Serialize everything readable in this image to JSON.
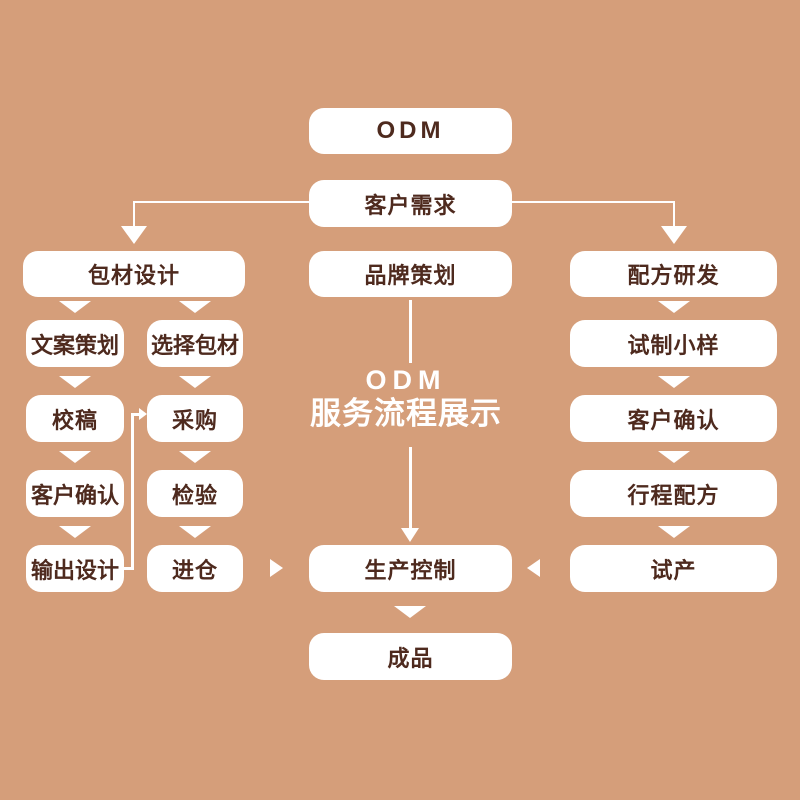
{
  "colors": {
    "background": "#d59e7a",
    "box_fill": "#ffffff",
    "box_text": "#4e2a1e",
    "connector": "#ffffff"
  },
  "center_title": {
    "line1": "ODM",
    "line2": "服务流程展示"
  },
  "nodes": {
    "odm": {
      "label": "ODM"
    },
    "customer_needs": {
      "label": "客户需求"
    },
    "packaging_design": {
      "label": "包材设计"
    },
    "brand_planning": {
      "label": "品牌策划"
    },
    "formula_rd": {
      "label": "配方研发"
    },
    "copywriting": {
      "label": "文案策划"
    },
    "select_packaging": {
      "label": "选择包材"
    },
    "trial_sample": {
      "label": "试制小样"
    },
    "proofreading": {
      "label": "校稿"
    },
    "purchasing": {
      "label": "采购"
    },
    "customer_confirm_right": {
      "label": "客户确认"
    },
    "customer_confirm_left": {
      "label": "客户确认"
    },
    "inspection": {
      "label": "检验"
    },
    "itinerary_formula": {
      "label": "行程配方"
    },
    "output_design": {
      "label": "输出设计"
    },
    "warehousing": {
      "label": "进仓"
    },
    "trial_production": {
      "label": "试产"
    },
    "production_control": {
      "label": "生产控制"
    },
    "finished_product": {
      "label": "成品"
    }
  }
}
